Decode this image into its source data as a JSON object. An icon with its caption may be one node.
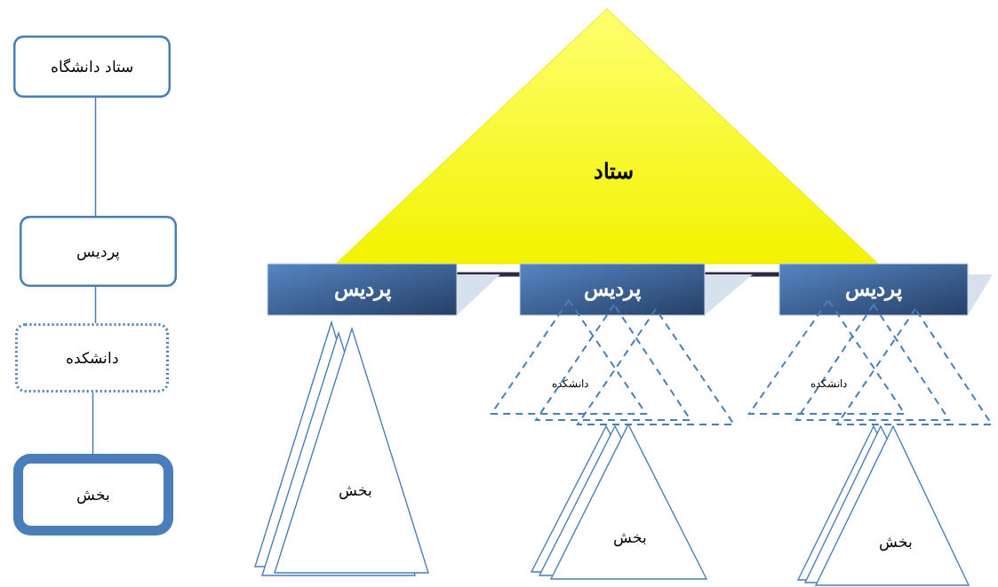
{
  "diagram": {
    "nodes": [
      {
        "text": [
          "ستاد دانشگاه"
        ]
      },
      {
        "text": [
          "پردیس"
        ]
      },
      {
        "text": [
          "دانشکده"
        ]
      },
      {
        "text": [
          "بخش"
        ]
      },
      {
        "text": [
          "ستاد"
        ]
      },
      {
        "text": [
          "پردیس"
        ]
      },
      {
        "text": [
          "پردیس"
        ]
      },
      {
        "text": [
          "پردیس"
        ]
      },
      {
        "text": [
          "بخش"
        ]
      },
      {
        "text": [
          "دانشکده"
        ]
      },
      {
        "text": [
          "بخش"
        ]
      },
      {
        "text": [
          "دانشکده"
        ]
      },
      {
        "text": [
          "بخش"
        ]
      }
    ],
    "edges": [
      {
        "from": 0,
        "to": 1,
        "arrow": "none"
      },
      {
        "from": 1,
        "to": 2,
        "arrow": "none"
      },
      {
        "from": 2,
        "to": 3,
        "arrow": "none"
      }
    ]
  }
}
